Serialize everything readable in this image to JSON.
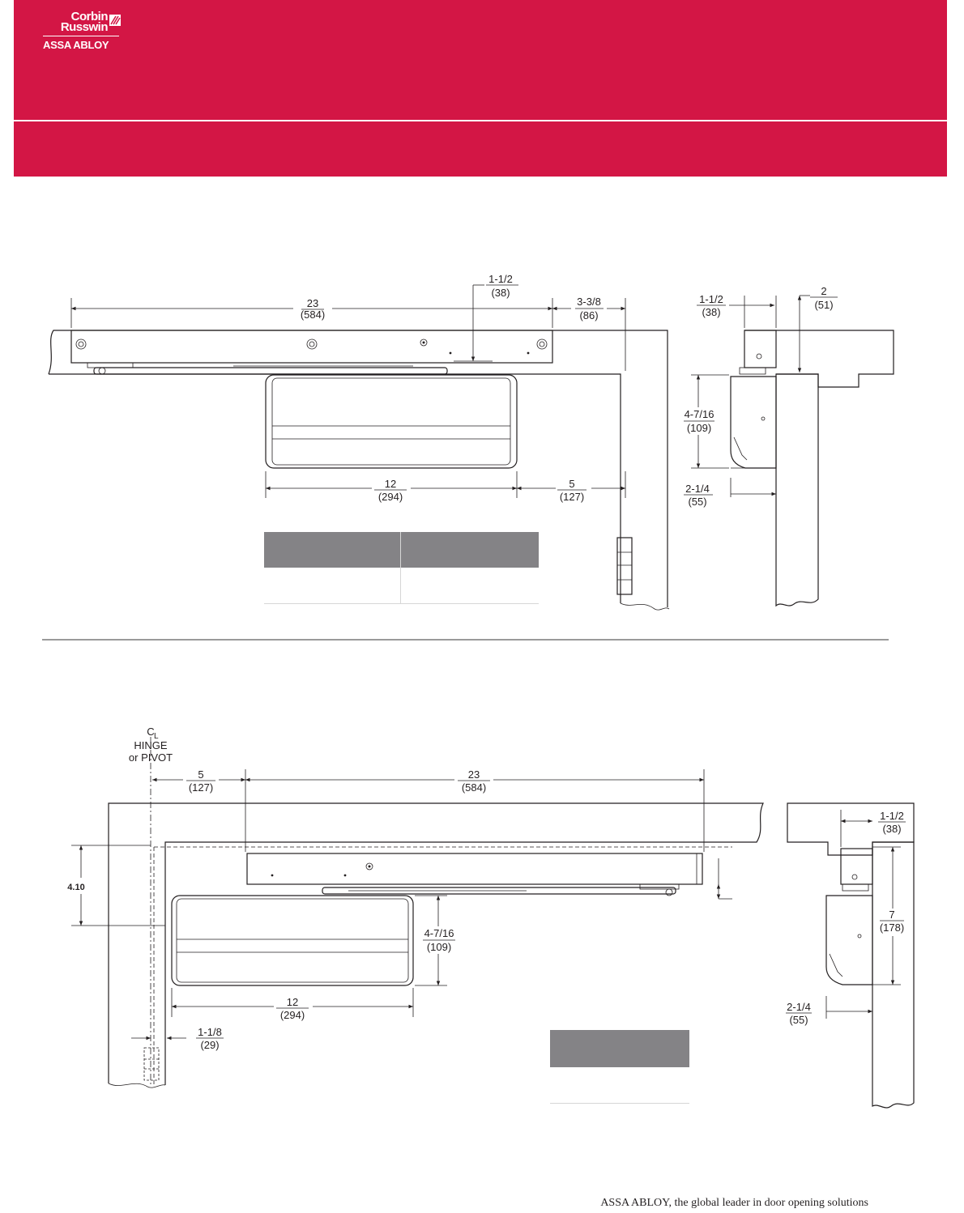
{
  "brand": {
    "logo_line1": "Corbin",
    "logo_line2": "Russwin",
    "logo_sub": "ASSA ABLOY",
    "color": "#d31645"
  },
  "drawing1": {
    "dims": {
      "d_23": "23",
      "d_23_mm": "(584)",
      "d_1_1_2": "1-1/2",
      "d_1_1_2_mm": "(38)",
      "d_3_3_8": "3-3/8",
      "d_3_3_8_mm": "(86)",
      "d_12": "12",
      "d_12_mm": "(294)",
      "d_5": "5",
      "d_5_mm": "(127)",
      "side_1_1_2": "1-1/2",
      "side_1_1_2_mm": "(38)",
      "side_2": "2",
      "side_2_mm": "(51)",
      "side_4_7_16": "4-7/16",
      "side_4_7_16_mm": "(109)",
      "side_2_1_4": "2-1/4",
      "side_2_1_4_mm": "(55)"
    }
  },
  "drawing2": {
    "labels": {
      "cl": "C",
      "cl_l": "L",
      "hinge": "HINGE",
      "pivot": "or PIVOT"
    },
    "dims": {
      "d_5": "5",
      "d_5_mm": "(127)",
      "d_23": "23",
      "d_23_mm": "(584)",
      "d_4_10": "4.10",
      "d_4_7_16": "4-7/16",
      "d_4_7_16_mm": "(109)",
      "d_12": "12",
      "d_12_mm": "(294)",
      "d_1_1_8": "1-1/8",
      "d_1_1_8_mm": "(29)",
      "side_1_1_2": "1-1/2",
      "side_1_1_2_mm": "(38)",
      "side_7": "7",
      "side_7_mm": "(178)",
      "side_2_1_4": "2-1/4",
      "side_2_1_4_mm": "(55)"
    }
  },
  "footer": {
    "tagline": "ASSA ABLOY, the global leader in door opening solutions"
  }
}
